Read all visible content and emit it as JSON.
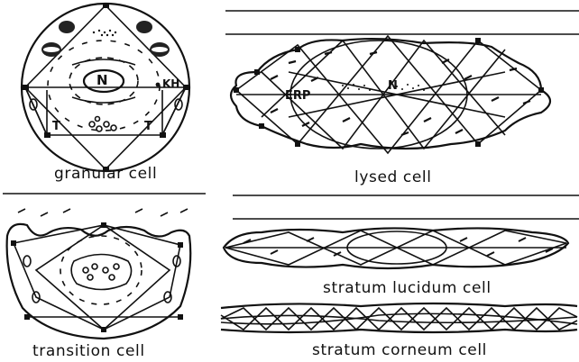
{
  "figure": {
    "cells": [
      {
        "key": "granular",
        "caption": "granular cell"
      },
      {
        "key": "lysed",
        "caption": "lysed cell"
      },
      {
        "key": "transition",
        "caption": "transition cell"
      },
      {
        "key": "lucidum",
        "caption": "stratum lucidum cell"
      },
      {
        "key": "corneum",
        "caption": "stratum corneum cell"
      }
    ],
    "markers": {
      "nucleus": "N",
      "keratohyalin": "KH",
      "tonofilament_left": "T",
      "tonofilament_right": "T",
      "erp": "ERP",
      "lysed_nucleus": "N"
    },
    "ink_color": "#111111"
  }
}
